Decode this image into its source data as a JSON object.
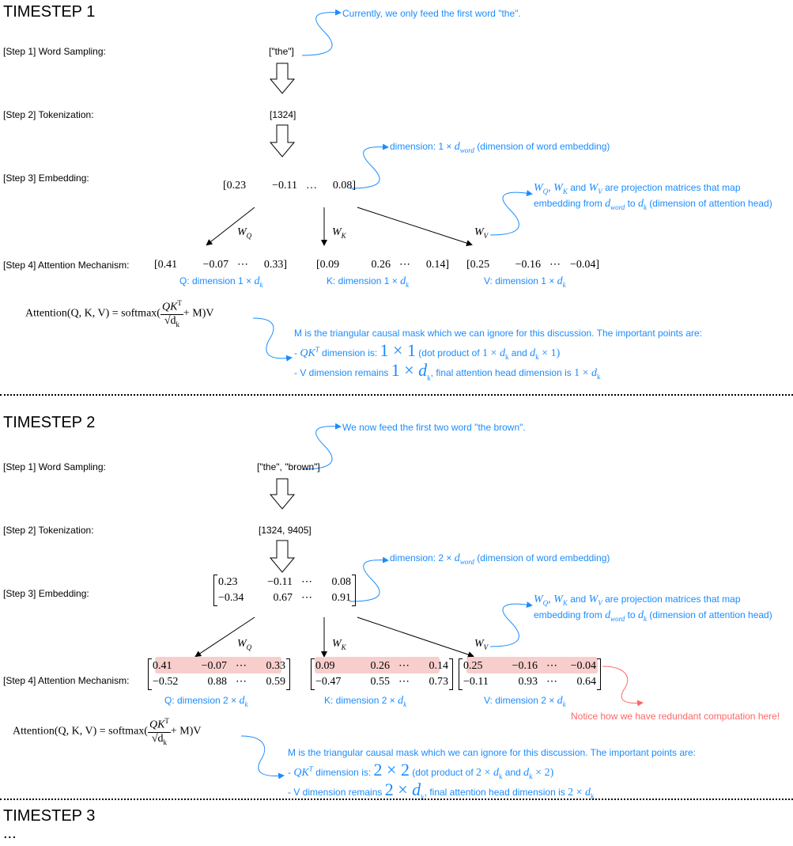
{
  "sym": {
    "d": "d",
    "k": "k",
    "word": "word",
    "times": "×",
    "one": "1",
    "two": "2",
    "Q": "Q",
    "K": "K",
    "V": "V",
    "W": "W",
    "T": "T"
  },
  "formula": {
    "lhs": "Attention(Q, K, V) = softmax(",
    "num": "QK",
    "num_sup": "T",
    "den": "√d",
    "den_sub": "k",
    "rhs": "+ M)V"
  },
  "timestep1": {
    "title": "TIMESTEP 1",
    "steps": [
      "[Step 1] Word Sampling:",
      "[Step 2] Tokenization:",
      "[Step 3] Embedding:",
      "[Step 4] Attention Mechanism:"
    ],
    "words": "[\"the\"]",
    "tokens": "[1324]",
    "embedding": [
      [
        "[0.23",
        "−0.11",
        "…",
        "0.08]"
      ]
    ],
    "q": [
      [
        "[0.41",
        "−0.07",
        "⋯",
        "0.33]"
      ]
    ],
    "k": [
      [
        "[0.09",
        "0.26",
        "⋯",
        "0.14]"
      ]
    ],
    "v": [
      [
        "[0.25",
        "−0.16",
        "⋯",
        "−0.04]"
      ]
    ],
    "caption_q": "Q: dimension",
    "caption_k": "K: dimension",
    "caption_v": "V: dimension",
    "note_feed": "Currently, we only feed the first word \"the\".",
    "note_dim_prefix": "dimension:",
    "note_dim_suffix": "(dimension of word embedding)",
    "note_proj_line1": "are projection matrices that map",
    "note_proj_and": "and",
    "note_proj_line2a": "embedding from",
    "note_proj_to": "to",
    "note_proj_line2b": "(dimension of attention head)",
    "mask_line": "M is the triangular causal mask which we can ignore for this discussion. The important points are:",
    "qk_prefix": "-",
    "qk_mid": "dimension is:",
    "qk_dot": "(dot product of",
    "qk_and": "and",
    "v_prefix": "- V dimension remains",
    "v_mid": ", final attention head dimension is"
  },
  "timestep2": {
    "title": "TIMESTEP 2",
    "words": "[\"the\", \"brown\"]",
    "tokens": "[1324, 9405]",
    "embedding": [
      [
        "0.23",
        "−0.11",
        "⋯",
        "0.08"
      ],
      [
        "−0.34",
        "0.67",
        "⋯",
        "0.91"
      ]
    ],
    "q": [
      [
        "0.41",
        "−0.07",
        "⋯",
        "0.33"
      ],
      [
        "−0.52",
        "0.88",
        "⋯",
        "0.59"
      ]
    ],
    "k": [
      [
        "0.09",
        "0.26",
        "⋯",
        "0.14"
      ],
      [
        "−0.47",
        "0.55",
        "⋯",
        "0.73"
      ]
    ],
    "v": [
      [
        "0.25",
        "−0.16",
        "⋯",
        "−0.04"
      ],
      [
        "−0.11",
        "0.93",
        "⋯",
        "0.64"
      ]
    ],
    "note_feed": "We now feed the first two word \"the brown\".",
    "note_redundant": "Notice how we have redundant computation here!",
    "highlight_color": "#f8cecc"
  },
  "timestep3": {
    "title": "TIMESTEP 3",
    "ellipsis": "..."
  },
  "colors": {
    "annotation": "#1a8cff",
    "warning": "#ff6666",
    "highlight": "#f8cecc"
  }
}
